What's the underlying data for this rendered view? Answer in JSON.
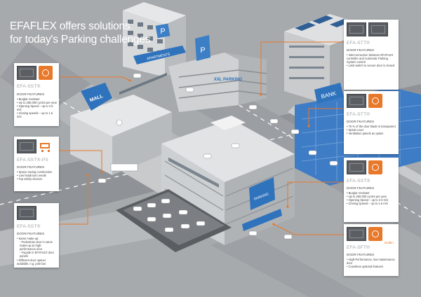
{
  "headline": {
    "line1": "EFAFLEX offers solutions",
    "line2": "for today's Parking challenges"
  },
  "signs": {
    "apartments": "APARTMENTS",
    "parking": "XXL PARKING",
    "mall": "MALL",
    "bank": "BANK",
    "parking_tower": "PARKING",
    "parking_p": "P"
  },
  "cards": [
    {
      "id": "efa-sst-1",
      "title": "EFA-SST®",
      "label": "DOOR FEATURES",
      "icon": "person-icon",
      "features": [
        "Burglar resistant",
        "Up to 250,000 cycles per year",
        "Opening Speed – up to 2.5 m/s",
        "Closing speeds – up to 1.6 m/s"
      ]
    },
    {
      "id": "efa-stt-1",
      "title": "EFA-STT®",
      "label": "DOOR FEATURES",
      "icon": "door-icon",
      "features": [
        "Interconnection between EFAFLEX controller and Automatic Parking System control",
        "Limit switch to secure door is closed"
      ]
    },
    {
      "id": "efa-sst-ps",
      "title": "EFA-SST®-PS",
      "label": "DOOR FEATURES",
      "icon": "cart-icon",
      "features": [
        "Space saving construction",
        "Low headroom needs",
        "Top safety devices"
      ]
    },
    {
      "id": "efa-stt-2",
      "title": "EFA-STT®",
      "label": "DOOR FEATURES",
      "icon": "no-entry-icon",
      "features": [
        "70 % of the door blade is transparent",
        "Spiral cover",
        "Ventilation panels as option"
      ]
    },
    {
      "id": "efa-sst-2",
      "title": "EFA-SST®",
      "label": "DOOR FEATURES",
      "icon": "car-icon",
      "features": [
        "Burglar resistant",
        "Up to 250,000 cycles per year",
        "Opening Speed – up to 2.5 m/s",
        "Closing speeds – up to 1.6 m/s"
      ]
    },
    {
      "id": "efa-sst-3",
      "title": "EFA-SST®",
      "label": "DOOR FEATURES",
      "icon": "gate-icon",
      "features": [
        "Same make-up:",
        "Pedestrian door in same make-up as high-performance door",
        "Façade in EFAFLEX door panels",
        "Different door opener available, e.g. pole bar"
      ]
    },
    {
      "id": "efa-sft",
      "title": "EFA-SFT®",
      "label": "DOOR FEATURES",
      "icon": "building-icon",
      "badge": "Dublin",
      "features": [
        "High-Performance, low maintenance door",
        "Countless optional features"
      ]
    }
  ]
}
